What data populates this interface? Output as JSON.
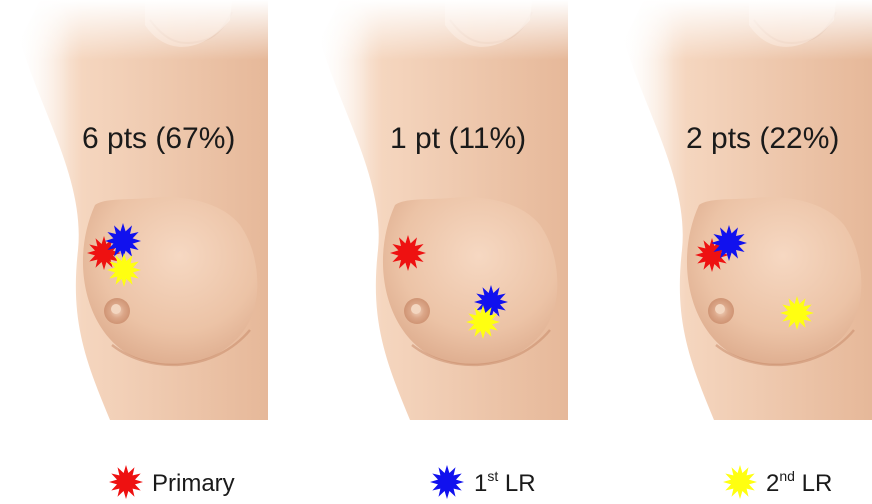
{
  "panels": [
    {
      "label": "6 pts (67%)"
    },
    {
      "label": "1 pt (11%)"
    },
    {
      "label": "2 pts (22%)"
    }
  ],
  "legend": {
    "primary": {
      "text": "Primary",
      "color": "#ee1111",
      "icon": "star-burst-icon"
    },
    "first_lr": {
      "pre": "1",
      "sup": "st",
      "post": " LR",
      "color": "#1111ee",
      "icon": "star-burst-icon"
    },
    "second_lr": {
      "pre": "2",
      "sup": "nd",
      "post": " LR",
      "color": "#ffff11",
      "icon": "star-burst-icon"
    }
  },
  "colors": {
    "skin_light": "#f7dcc6",
    "skin_mid": "#e9bea0",
    "skin_dark": "#d49c7c",
    "areola": "#d9a283",
    "nipple": "#f0cdb4"
  }
}
